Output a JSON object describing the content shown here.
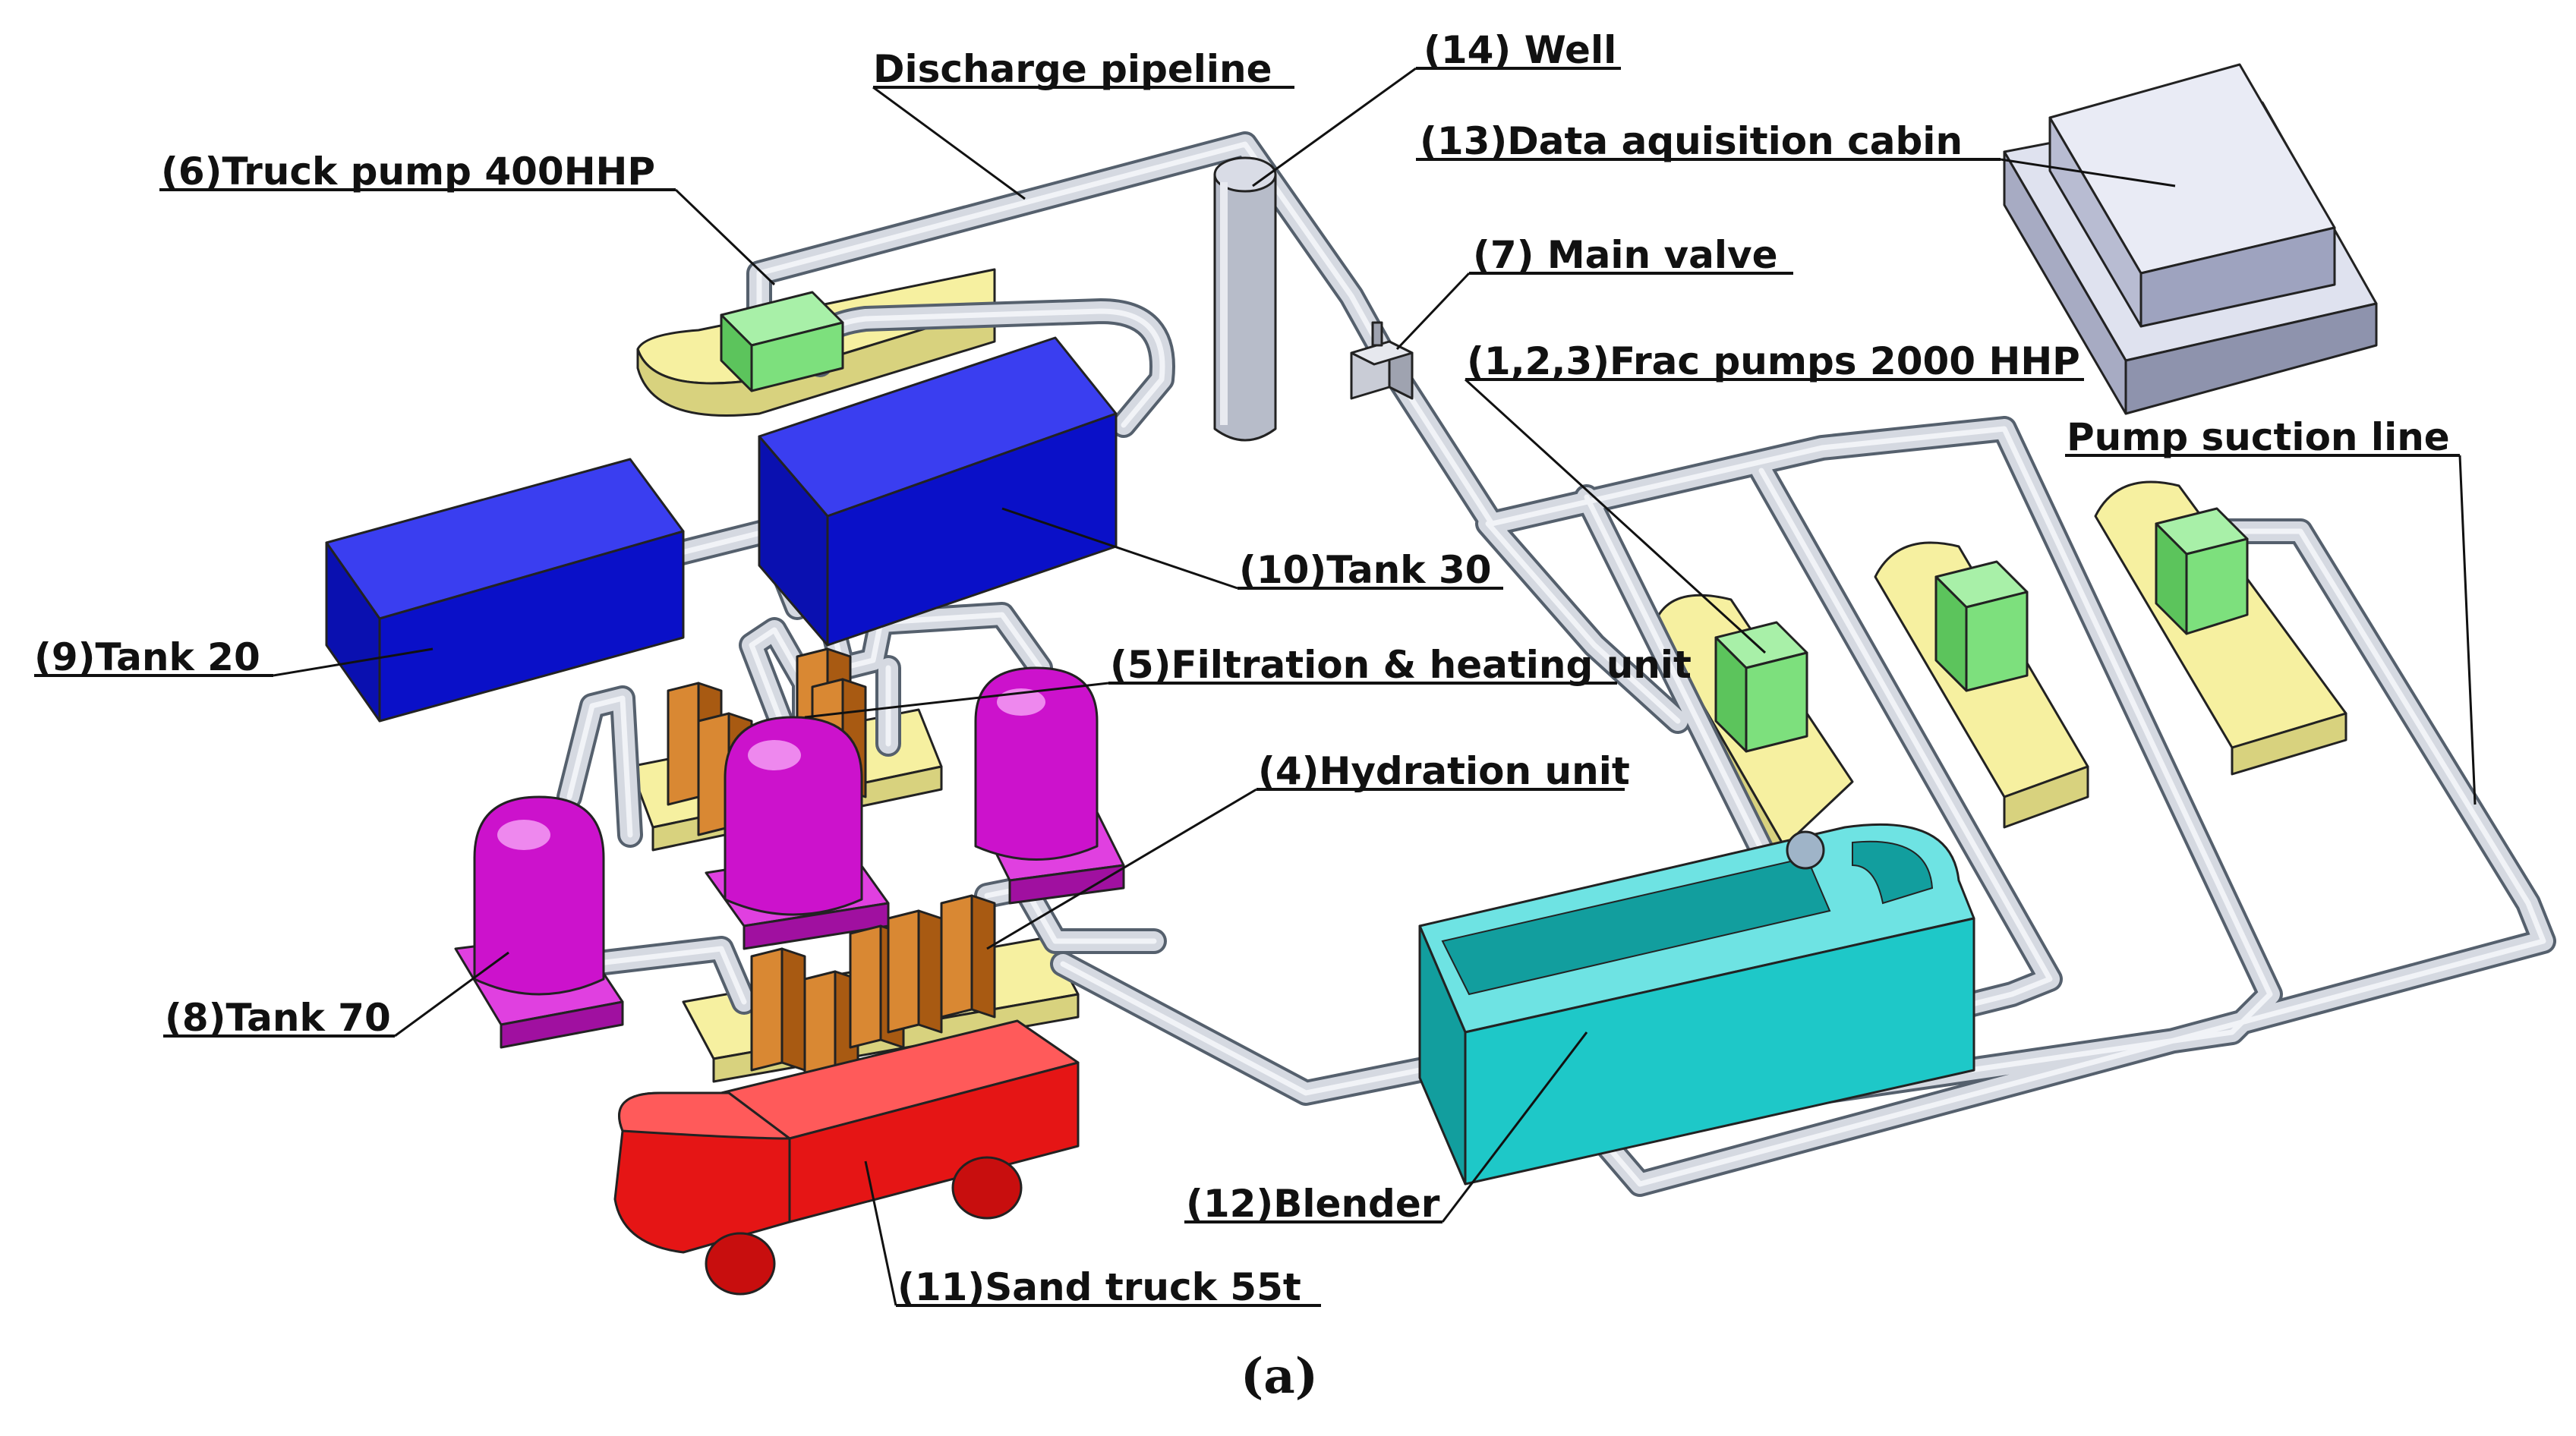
{
  "labels": {
    "discharge_pipeline": "Discharge pipeline",
    "well": "(14) Well",
    "data_cabin": "(13)Data aquisition cabin",
    "truck_pump": "(6)Truck pump 400HHP",
    "main_valve": "(7) Main valve",
    "frac_pumps": "(1,2,3)Frac pumps 2000 HHP",
    "pump_suction": "Pump suction line",
    "tank30": "(10)Tank 30",
    "tank20": "(9)Tank 20",
    "filtration": "(5)Filtration & heating unit",
    "hydration": "(4)Hydration unit",
    "tank70": "(8)Tank 70",
    "blender": "(12)Blender",
    "sand_truck": "(11)Sand truck 55t"
  },
  "caption": "(a)",
  "colors": {
    "tank_blue": "#0a10c8",
    "tank_magenta": "#cc12cc",
    "pump_green": "#7de07d",
    "skid_yellow": "#f6f0a0",
    "blender_cyan": "#1ec8c8",
    "truck_red": "#e51515",
    "filter_orange": "#c8741e",
    "cabin_grey": "#c8cce2",
    "pipe_grey": "#d5d9e1"
  }
}
